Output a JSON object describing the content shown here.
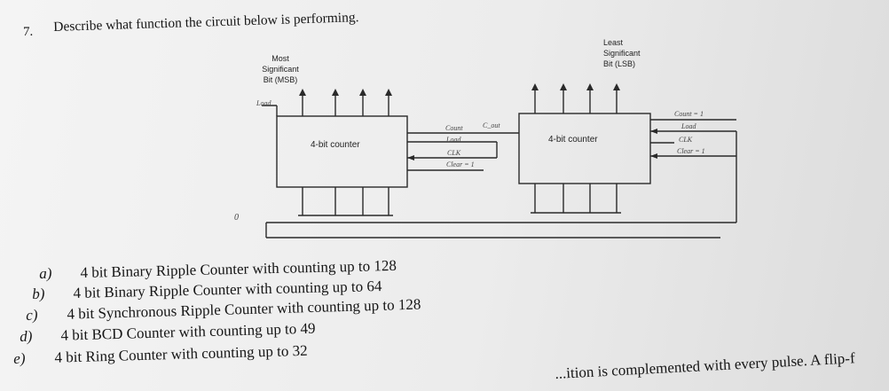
{
  "question": {
    "number": "7.",
    "text": "Describe what function the circuit below is performing."
  },
  "diagram": {
    "msb_label": [
      "Most",
      "Significant",
      "Bit (MSB)"
    ],
    "lsb_label": [
      "Least",
      "Significant",
      "Bit (LSB)"
    ],
    "left_counter": "4-bit counter",
    "right_counter": "4-bit counter",
    "load_left": "Load",
    "mid_count": "Count",
    "mid_cout": "C_out",
    "mid_load": "Load",
    "mid_clk": "CLK",
    "mid_clear": "Clear = 1",
    "right_count": "Count = 1",
    "right_load": "Load",
    "right_clk": "CLK",
    "right_clear": "Clear = 1",
    "zero": "0"
  },
  "options": [
    {
      "letter": "a)",
      "text": "4 bit Binary Ripple Counter with counting up to 128"
    },
    {
      "letter": "b)",
      "text": "4 bit Binary Ripple Counter with counting up to 64"
    },
    {
      "letter": "c)",
      "text": "4 bit Synchronous Ripple Counter with counting up to 128"
    },
    {
      "letter": "d)",
      "text": "4 bit BCD Counter with counting up to 49"
    },
    {
      "letter": "e)",
      "text": "4 bit Ring Counter with counting up to 32"
    }
  ],
  "footer_text": "...ition is complemented with every pulse. A flip-f"
}
